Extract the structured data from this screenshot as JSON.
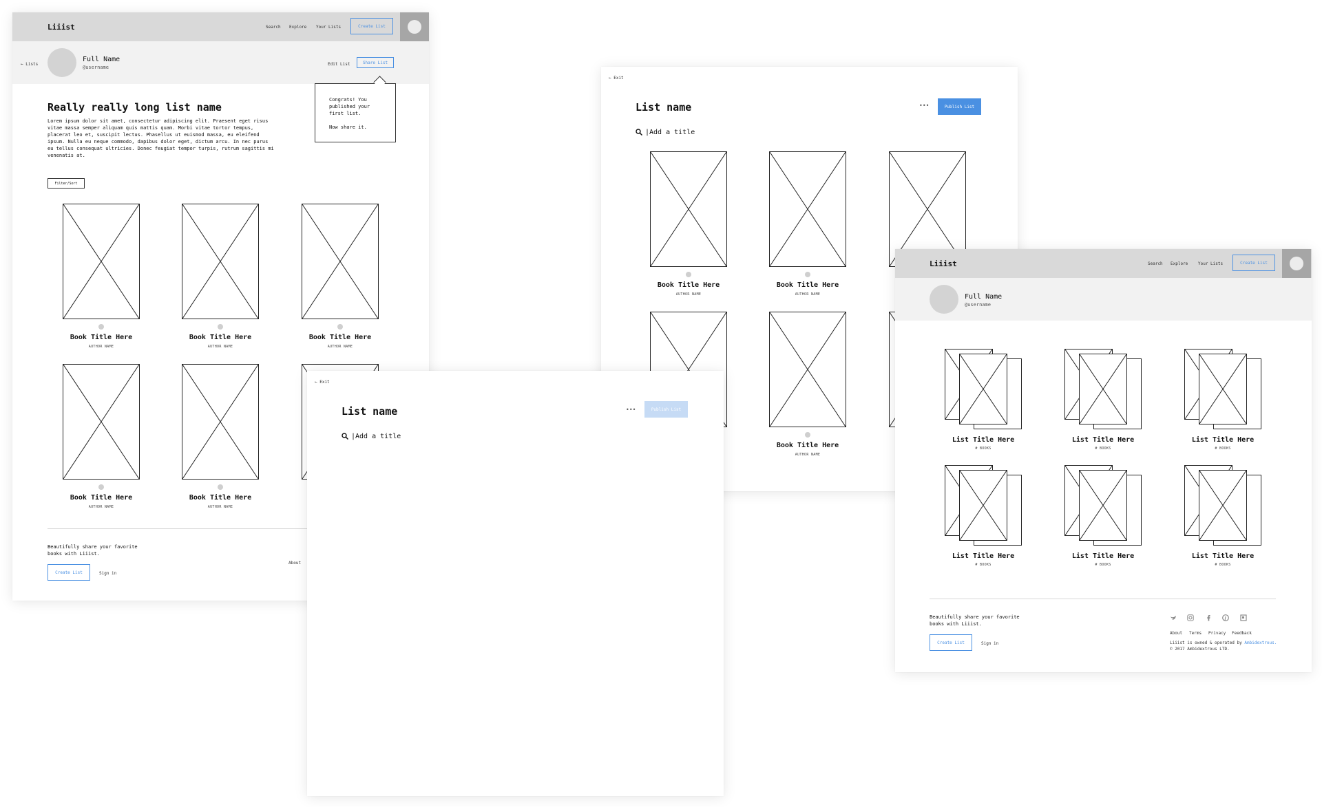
{
  "app": {
    "brand": "Liiist",
    "nav": [
      "Search",
      "Explore",
      "Your Lists"
    ],
    "create_list": "Create List"
  },
  "list_page": {
    "back": "← Lists",
    "full_name": "Full Name",
    "username": "@username",
    "edit_list": "Edit List",
    "share_list": "Share List",
    "tooltip": [
      "Congrats! You",
      "published your",
      "first list.",
      "",
      "Now share it."
    ],
    "list_title": "Really really long list name",
    "description": "Lorem ipsum dolor sit amet, consectetur adipiscing elit. Praesent eget risus vitae massa semper aliquam quis mattis quam. Morbi vitae tortor tempus, placerat leo et, suscipit lectus. Phasellus ut euismod massa, eu eleifend ipsum. Nulla eu neque commodo, dapibus dolor eget, dictum arcu. In nec purus eu tellus consequat ultricies. Donec feugiat tempor turpis, rutrum sagittis mi venenatis at.",
    "filter_sort": "Filter/Sort",
    "book_title": "Book Title Here",
    "author": "AUTHOR NAME",
    "dot_num": "#"
  },
  "editor": {
    "exit": "← Exit",
    "list_name": "List name",
    "more": "•••",
    "publish": "Publish List",
    "add_title": "|Add a title"
  },
  "profile": {
    "list_title": "List Title Here",
    "books": "# BOOKS"
  },
  "footer": {
    "tagline_1": "Beautifully share your favorite",
    "tagline_2": "books with Liiist.",
    "create_list": "Create List",
    "sign_in": "Sign in",
    "links": [
      "About",
      "Terms",
      "Privacy",
      "Feedback"
    ],
    "owned": "Liiist is owned & operated by",
    "owner": "Ambidextrous.",
    "copyright": "© 2017 Ambidextrous LTD."
  },
  "colors": {
    "accent": "#4a90e2",
    "header_bg": "#d9d9d9",
    "publish_disabled": "#c6dbf5"
  }
}
